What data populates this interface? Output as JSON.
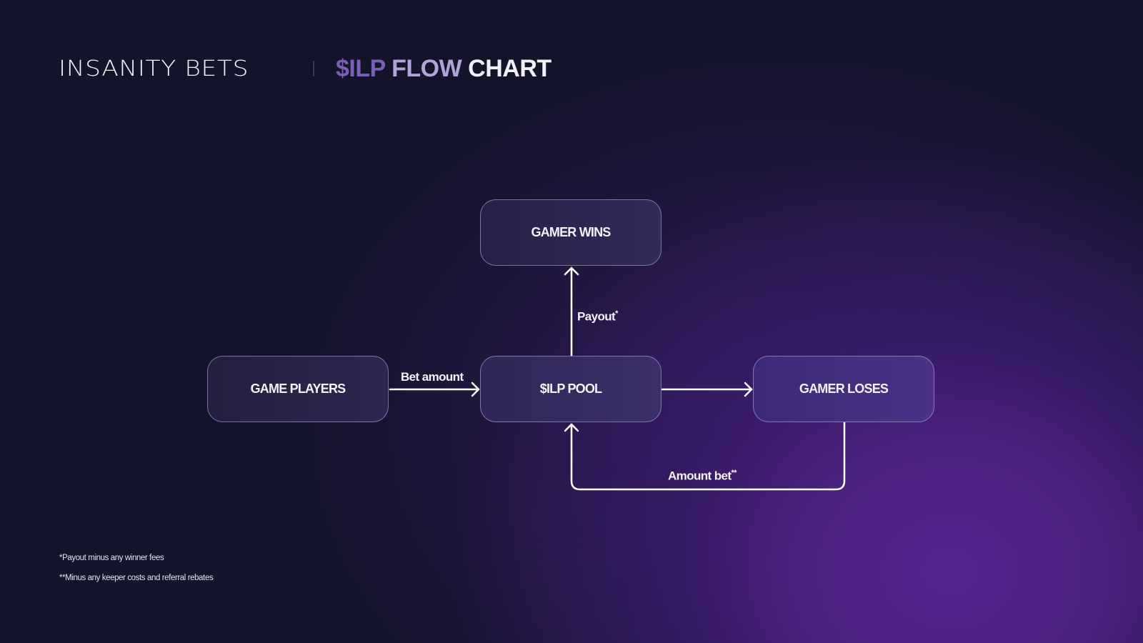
{
  "header": {
    "brand": "INSANITY BETS",
    "title_part1": "$ILP",
    "title_part2": "FLOW",
    "title_part3": "CHART"
  },
  "nodes": {
    "players": "GAME PLAYERS",
    "pool": "$ILP POOL",
    "wins": "GAMER WINS",
    "loses": "GAMER LOSES"
  },
  "edges": {
    "bet_amount": "Bet amount",
    "payout": "Payout",
    "payout_mark": "*",
    "amount_bet": "Amount bet",
    "amount_bet_mark": "**"
  },
  "footnotes": [
    "*Payout minus any winner fees",
    "**Minus any keeper costs and referral rebates"
  ],
  "colors": {
    "accent_purple": "#7a5fb6",
    "accent_lavender": "#b1a5d8"
  }
}
